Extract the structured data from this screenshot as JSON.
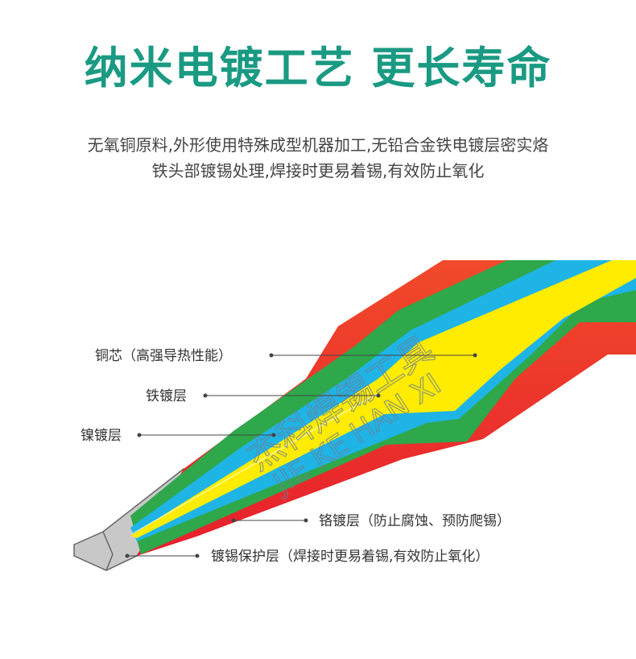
{
  "title": "纳米电镀工艺 更长寿命",
  "subtitle_lines": [
    "无氧铜原料,外形使用特殊成型机器加工,无铅合金铁电镀层密实烙",
    "铁头部镀锡处理,焊接时更易着锡,有效防止氧化"
  ],
  "layers": [
    {
      "label": "铜芯（高强导热性能）",
      "color": "#ffec00"
    },
    {
      "label": "铁镀层",
      "color": "#1fb4e6"
    },
    {
      "label": "镍镀层",
      "color": "#2ea84a"
    },
    {
      "label": "铬镀层（防止腐蚀、预防爬锡）",
      "color": "#ee2d2e"
    },
    {
      "label": "镀锡保护层（焊接时更易着锡,有效防止氧化）",
      "color": "#c8c8c8"
    }
  ],
  "watermark": {
    "line1": "杰科焊锡工具",
    "line2": "JIE KE HAN XI"
  },
  "colors": {
    "title": "#1a9a82",
    "leader_line": "#444444"
  }
}
